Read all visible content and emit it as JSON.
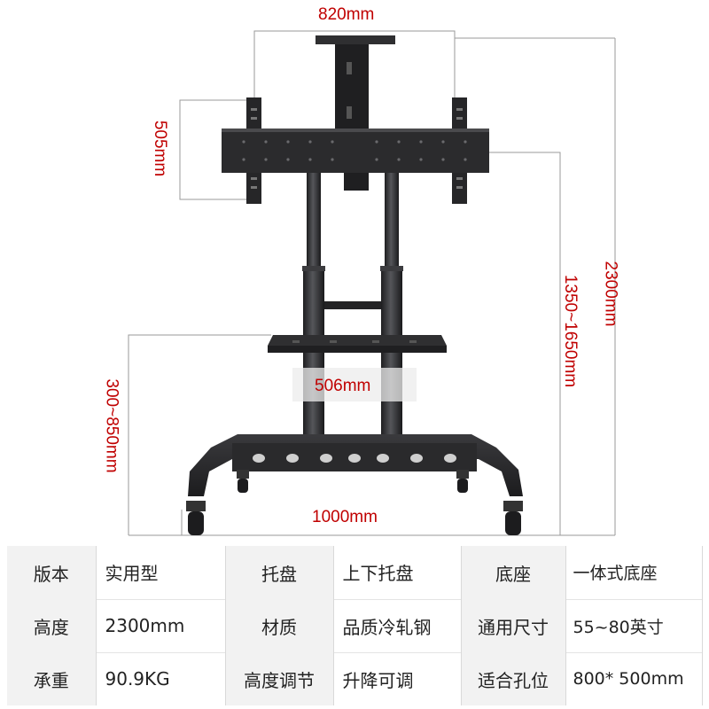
{
  "dimensions": {
    "width_top": "820mm",
    "height_mount": "505mm",
    "height_total": "2300mm",
    "height_adjust": "1350~1650mm",
    "tray_height": "300~850mm",
    "tray_width": "506mm",
    "base_width": "1000mm"
  },
  "specs": [
    [
      {
        "label": "版本",
        "value": "实用型"
      },
      {
        "label": "托盘",
        "value": "上下托盘"
      },
      {
        "label": "底座",
        "value": "一体式底座"
      }
    ],
    [
      {
        "label": "高度",
        "value": "2300mm"
      },
      {
        "label": "材质",
        "value": "品质冷轧钢"
      },
      {
        "label": "通用尺寸",
        "value": "55~80英寸"
      }
    ],
    [
      {
        "label": "承重",
        "value": "90.9KG"
      },
      {
        "label": "高度调节",
        "value": "升降可调"
      },
      {
        "label": "适合孔位",
        "value": "800* 500mm"
      }
    ]
  ],
  "colors": {
    "dimension_text": "#c00000",
    "product_body": "#2b2b2d",
    "table_background": "#f2f2f2"
  }
}
